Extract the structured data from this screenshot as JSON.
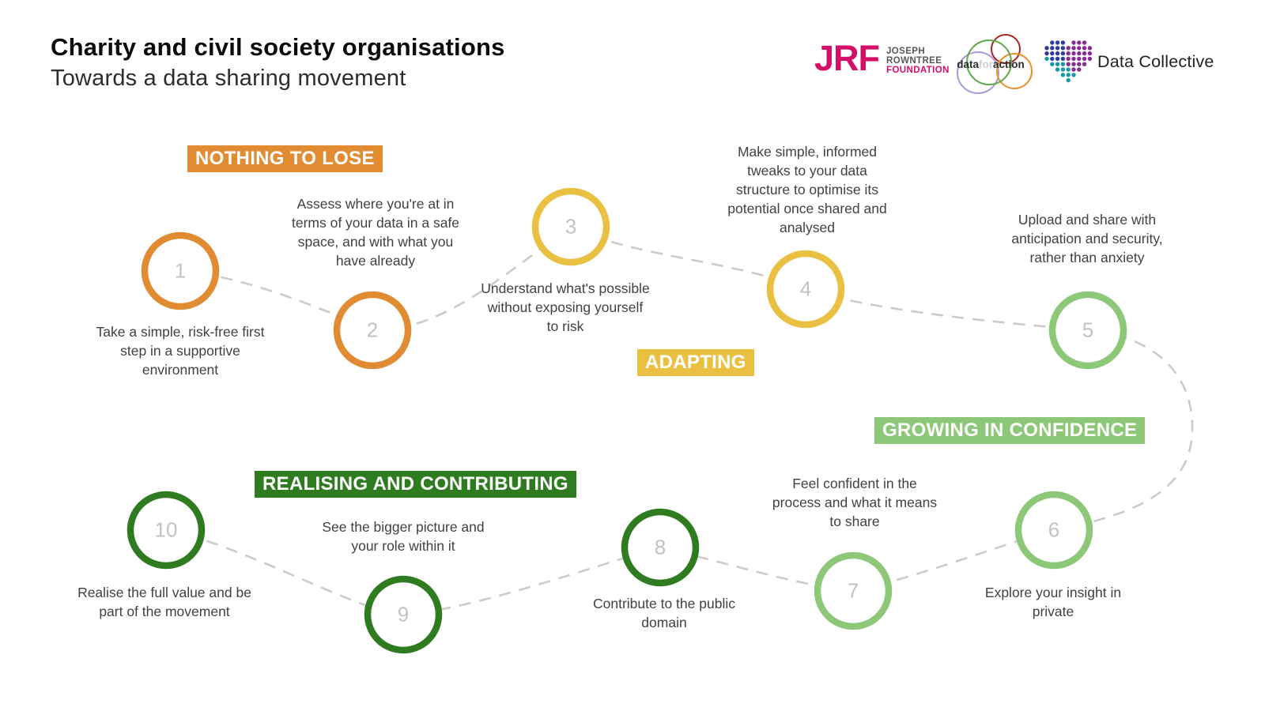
{
  "header": {
    "title": "Charity and civil society organisations",
    "subtitle": "Towards a data sharing movement"
  },
  "logos": {
    "jrf": {
      "abbr": "JRF",
      "line1": "JOSEPH",
      "line2": "ROWNTREE",
      "line3": "FOUNDATION"
    },
    "data_for_action": {
      "part1": "data",
      "part2": "for",
      "part3": "action"
    },
    "data_collective": {
      "label": "Data Collective"
    }
  },
  "palette": {
    "orange": "#E18B33",
    "yellow": "#EAC043",
    "light_green": "#8DC778",
    "dark_green": "#2E7C1F",
    "dash_gray": "#CBCBCB",
    "number_gray": "#C2C2C2",
    "caption_text": "#414141",
    "jrf_pink": "#D50F67",
    "jrf_gray": "#58585A",
    "dfa_green": "#5FA74B",
    "dfa_red": "#A92420",
    "dfa_orange": "#E8922E",
    "dfa_purple": "#A99BD6",
    "dc_blue": "#2F3D99",
    "dc_purple": "#862C93",
    "dc_teal": "#1898A8"
  },
  "phases": [
    {
      "label": "NOTHING TO LOSE",
      "color": "#E18B33"
    },
    {
      "label": "ADAPTING",
      "color": "#EAC043"
    },
    {
      "label": "GROWING IN CONFIDENCE",
      "color": "#8DC778"
    },
    {
      "label": "REALISING AND CONTRIBUTING",
      "color": "#2E7C1F"
    }
  ],
  "steps": [
    {
      "num": "1",
      "phase": 0,
      "text": "Take a simple, risk-free first\nstep in a supportive\nenvironment"
    },
    {
      "num": "2",
      "phase": 0,
      "text": "Assess where you're at in\nterms of your data in a safe\nspace,  and with what you\nhave already"
    },
    {
      "num": "3",
      "phase": 1,
      "text": "Understand what's possible\nwithout exposing yourself\nto risk"
    },
    {
      "num": "4",
      "phase": 1,
      "text": "Make simple, informed\ntweaks to your data\nstructure to optimise its\npotential once shared and\nanalysed"
    },
    {
      "num": "5",
      "phase": 2,
      "text": "Upload and share with\nanticipation and security,\nrather than anxiety"
    },
    {
      "num": "6",
      "phase": 2,
      "text": "Explore your insight in\nprivate"
    },
    {
      "num": "7",
      "phase": 2,
      "text": "Feel confident in the\nprocess and what it means\nto share"
    },
    {
      "num": "8",
      "phase": 3,
      "text": "Contribute to the public\ndomain"
    },
    {
      "num": "9",
      "phase": 3,
      "text": "See the bigger picture and\nyour role within it"
    },
    {
      "num": "10",
      "phase": 3,
      "text": "Realise the full value and be\npart of the movement"
    }
  ]
}
